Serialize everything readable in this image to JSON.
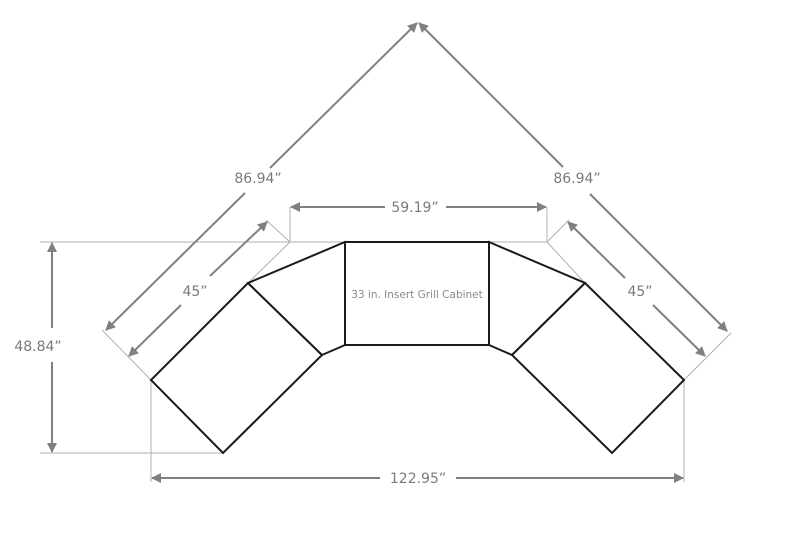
{
  "drawing": {
    "cabinet_label": "33 in. Insert Grill Cabinet",
    "dimensions": {
      "outer_diagonal_left": "86.94”",
      "outer_diagonal_right": "86.94”",
      "inner_diagonal_left": "45”",
      "inner_diagonal_right": "45”",
      "top_width": "59.19”",
      "depth": "48.84”",
      "overall_width": "122.95”"
    },
    "colors": {
      "outline": "#1a1a1a",
      "dimension": "#808080",
      "extension": "#b0b0b0"
    }
  }
}
